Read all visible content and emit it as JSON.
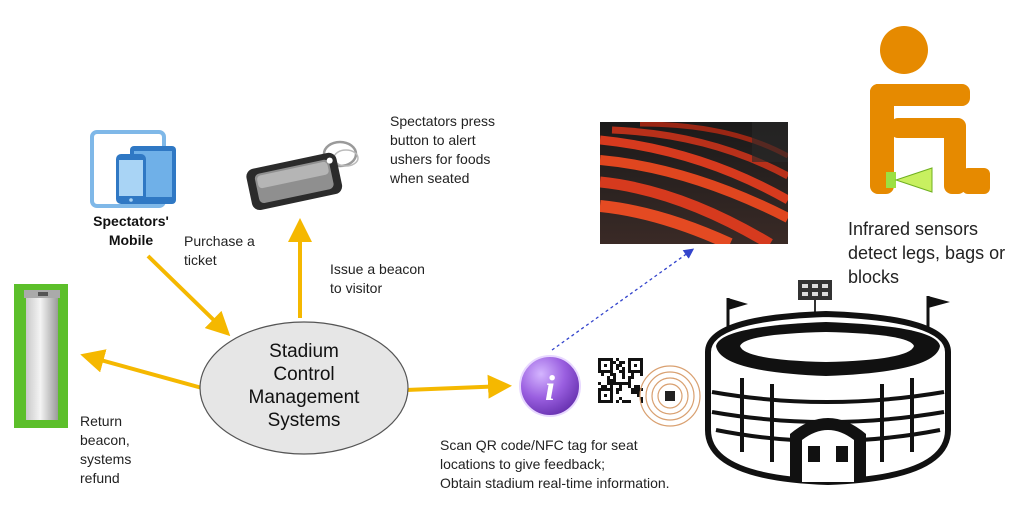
{
  "hub": {
    "label": "Stadium\nControl\nManagement\nSystems"
  },
  "mobile": {
    "label": "Spectators'\nMobile"
  },
  "edges": {
    "purchase": "Purchase a\nticket",
    "issue": "Issue a beacon\nto visitor",
    "return": "Return\nbeacon,\nsystems\nrefund"
  },
  "beacon_note": "Spectators press\nbutton to alert\nushers for foods\nwhen seated",
  "sensor_note": "Infrared sensors\ndetect legs, bags or\nblocks",
  "scan_note": "Scan QR code/NFC tag for seat\nlocations to give feedback;\nObtain stadium real-time information.",
  "info_badge": "i",
  "colors": {
    "arrow": "#f5b800",
    "dotted": "#3344cc",
    "hub_fill": "#e6e6e6",
    "seat_red": "#d63a1e",
    "figure_orange": "#e68a00",
    "info_purple": "#8a4fd6",
    "pillar_green": "#5cbf2a"
  },
  "icons": [
    "tablet-phone-icon",
    "beacon-keychain-icon",
    "kiosk-pillar-icon",
    "info-icon",
    "qr-code-icon",
    "nfc-tag-icon",
    "stadium-icon",
    "seated-person-icon",
    "infrared-sensor-icon",
    "theater-seats-photo"
  ]
}
